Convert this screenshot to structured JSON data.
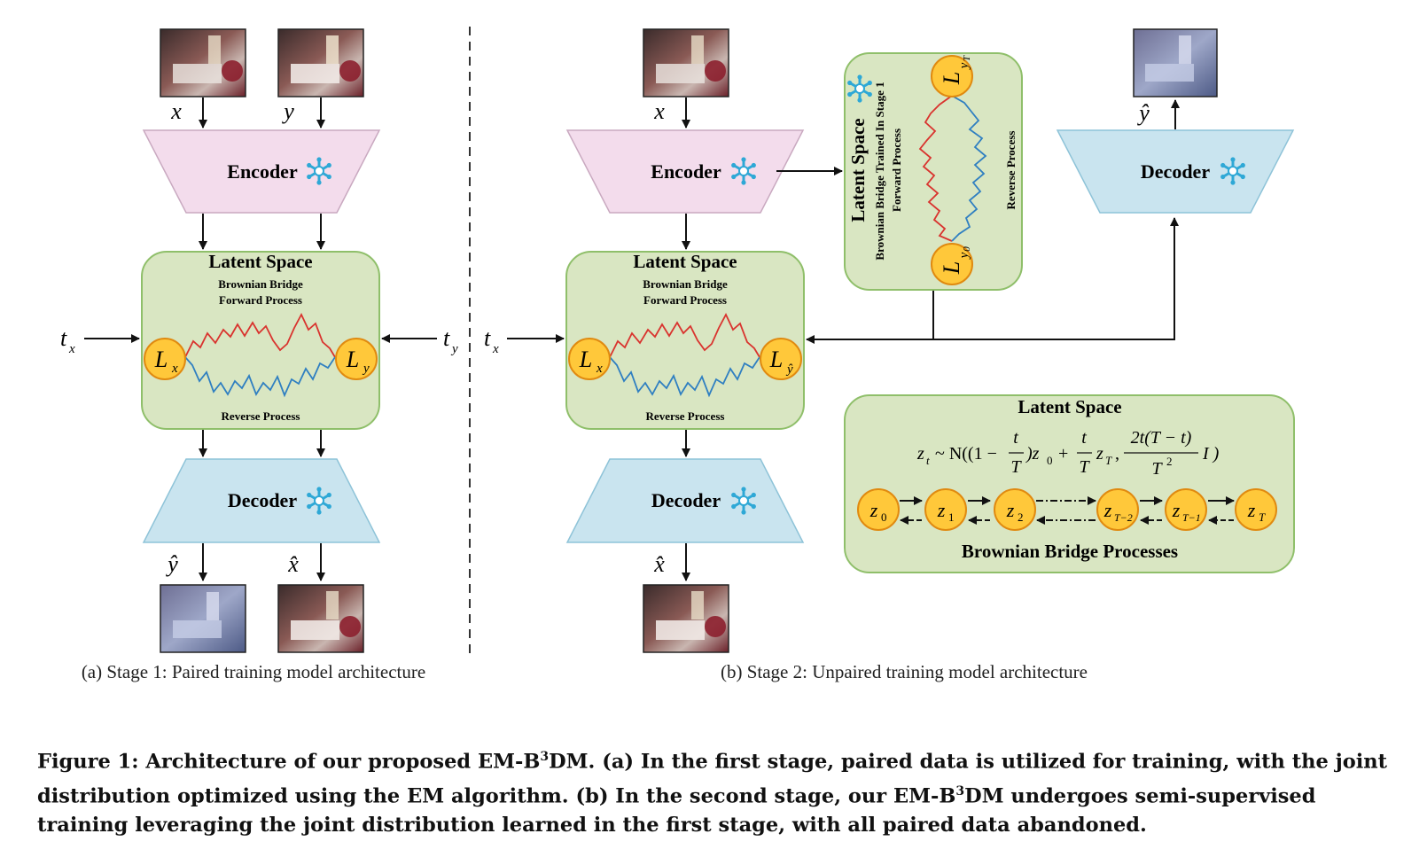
{
  "diagram": {
    "encoder_label": "Encoder",
    "decoder_label": "Decoder",
    "latent_title": "Latent Space",
    "bb_line1": "Brownian Bridge",
    "bb_line2": "Forward Process",
    "reverse_process": "Reverse Process",
    "var_x": "x",
    "var_y": "y",
    "var_yhat": "ŷ",
    "var_xhat": "x̂",
    "t_main": "t",
    "sub_x": "x",
    "sub_y": "y",
    "L": "L",
    "sub_yhat": "ŷ",
    "vert_latent_title": "Latent Space",
    "vert_bb_trained": "Brownian Bridge Trained In Stage 1",
    "vert_forward": "Forward Process",
    "vert_reverse": "Reverse Process",
    "L_yT": "L",
    "sub_yT": "y",
    "sub_T": "T",
    "sub_0": "0",
    "bb_processes_label": "Brownian Bridge Processes",
    "formula": {
      "z": "z",
      "t_sub": "t",
      "sim_N": "~ N((1 −",
      "frac1_num": "t",
      "frac1_den": "T",
      "mid1": ")z",
      "sub0": "0",
      "plus": "+",
      "frac2_num": "t",
      "frac2_den": "T",
      "zT": "z",
      "subT": "T",
      "comma": ",",
      "frac3_num": "2t(T − t)",
      "frac3_den": "T",
      "den_exp": "2",
      "tail": "I )"
    },
    "z_nodes": [
      {
        "base": "z",
        "sub": "0"
      },
      {
        "base": "z",
        "sub": "1"
      },
      {
        "base": "z",
        "sub": "2"
      },
      {
        "base": "z",
        "sub": "T−2"
      },
      {
        "base": "z",
        "sub": "T−1"
      },
      {
        "base": "z",
        "sub": "T"
      }
    ],
    "subcaption_a": "(a) Stage 1: Paired training model architecture",
    "subcaption_b": "(b) Stage 2: Unpaired training model architecture"
  },
  "caption": {
    "prefix": "Figure 1: Architecture of our proposed EM-B",
    "sup1": "3",
    "mid1": "DM. (a) In the first stage, paired data is utilized for training, with the joint distribution optimized using the EM algorithm. (b) In the second stage, our EM-B",
    "sup2": "3",
    "mid2": "DM undergoes semi-supervised training leveraging the joint distribution learned in the first stage, with all paired data abandoned."
  },
  "colors": {
    "encoder_fill": "#f3dcec",
    "decoder_fill": "#c9e4ef",
    "latent_fill": "#d9e6c2",
    "latent_stroke": "#8fbf6a",
    "node_fill": "#ffc83a",
    "node_stroke": "#e08a10",
    "forward_path": "#d9332e",
    "reverse_path": "#2f7fc1",
    "snow": "#2ea8d6"
  }
}
